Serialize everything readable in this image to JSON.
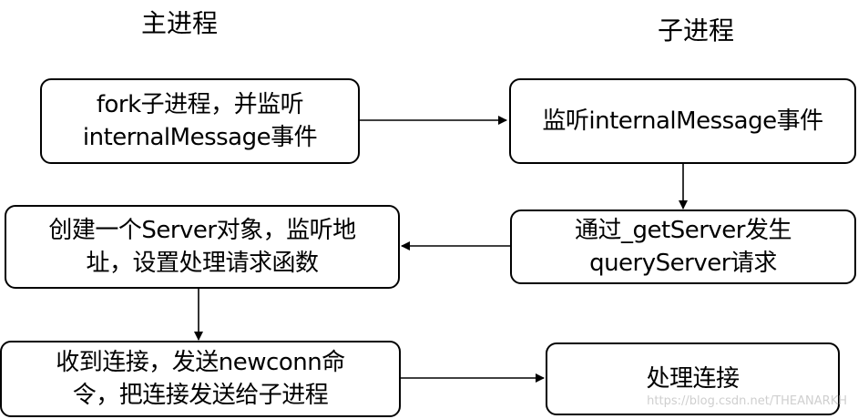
{
  "columns": {
    "main": "主进程",
    "child": "子进程"
  },
  "nodes": {
    "fork": "fork子进程，并监听\ninternalMessage事件",
    "listen_internal": "监听internalMessage事件",
    "create_server": "创建一个Server对象，监听地\n址，设置处理请求函数",
    "get_server": "通过_getServer发生\nqueryServer请求",
    "receive_conn": "收到连接，发送newconn命\n令，把连接发送给子进程",
    "handle_conn": "处理连接"
  },
  "watermark": "https://blog.csdn.net/THEANARKH"
}
